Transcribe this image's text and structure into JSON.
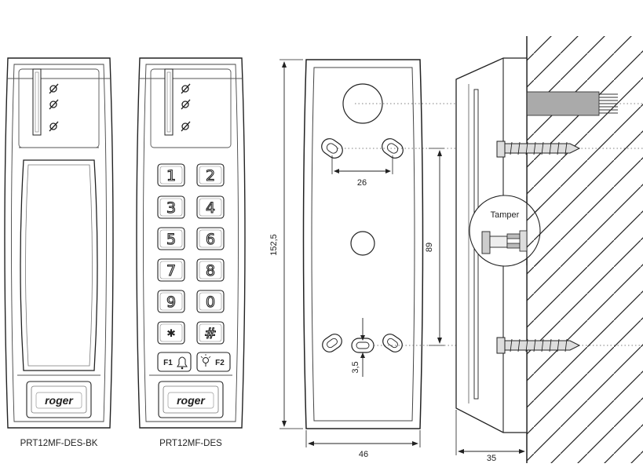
{
  "brand": "roger",
  "readers": [
    {
      "model": "PRT12MF-DES-BK"
    },
    {
      "model": "PRT12MF-DES"
    }
  ],
  "keypad": {
    "keys": [
      "1",
      "2",
      "3",
      "4",
      "5",
      "6",
      "7",
      "8",
      "9",
      "0",
      "*",
      "#",
      "F1",
      "F2"
    ]
  },
  "dimensions": {
    "hole_spacing": "26",
    "height": "152,5",
    "width": "46",
    "vertical_spacing": "89",
    "slot_offset": "3,5",
    "depth": "35"
  },
  "callout": {
    "tamper": "Tamper"
  }
}
